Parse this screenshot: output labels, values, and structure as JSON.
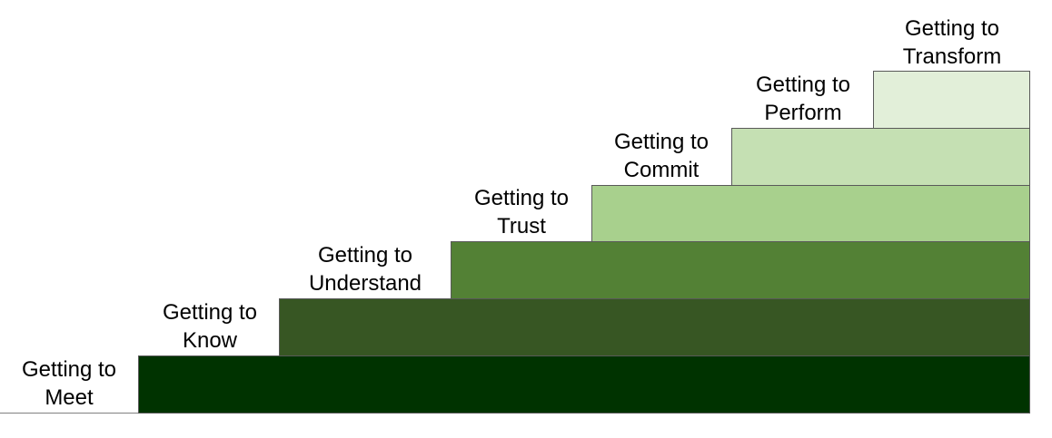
{
  "steps": [
    {
      "line1": "Getting to",
      "line2": "Meet",
      "color": "#003300"
    },
    {
      "line1": "Getting to",
      "line2": "Know",
      "color": "#375623"
    },
    {
      "line1": "Getting to",
      "line2": "Understand",
      "color": "#538135"
    },
    {
      "line1": "Getting to",
      "line2": "Trust",
      "color": "#a8d08d"
    },
    {
      "line1": "Getting to",
      "line2": "Commit",
      "color": "#c5e0b3"
    },
    {
      "line1": "Getting to",
      "line2": "Perform",
      "color": "#e2efd9"
    }
  ],
  "top_label": {
    "line1": "Getting to",
    "line2": "Transform"
  },
  "outline_color": "#595959",
  "baseline_color": "#808080"
}
